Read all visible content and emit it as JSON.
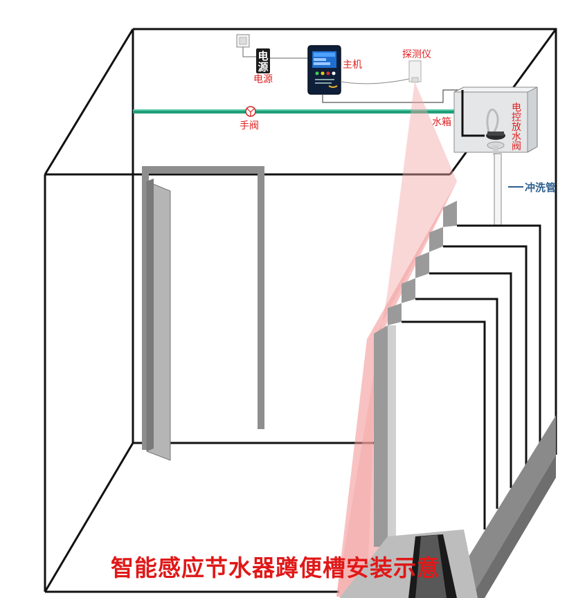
{
  "title": "智能感应节水器蹲便槽安装示意",
  "labels": {
    "power_device": "电源",
    "power_device_line1": "电",
    "power_device_line2": "源",
    "power": "电源",
    "host": "主机",
    "detector": "探测仪",
    "manual_valve": "手阀",
    "water_tank": "水箱",
    "valve_line1": "电",
    "valve_line2": "控",
    "valve_line3": "放",
    "valve_line4": "水",
    "valve_line5": "阀",
    "flush_pipe": "冲洗管"
  },
  "colors": {
    "frame": "#111111",
    "title": "#e01818",
    "label_red": "#e02020",
    "label_blue": "#2d5d8c",
    "pipe_green": "#1f9e7a",
    "beam": "#f4a0a0",
    "door_grey": "#9a9a9a",
    "host_body": "#0f1f3a"
  }
}
